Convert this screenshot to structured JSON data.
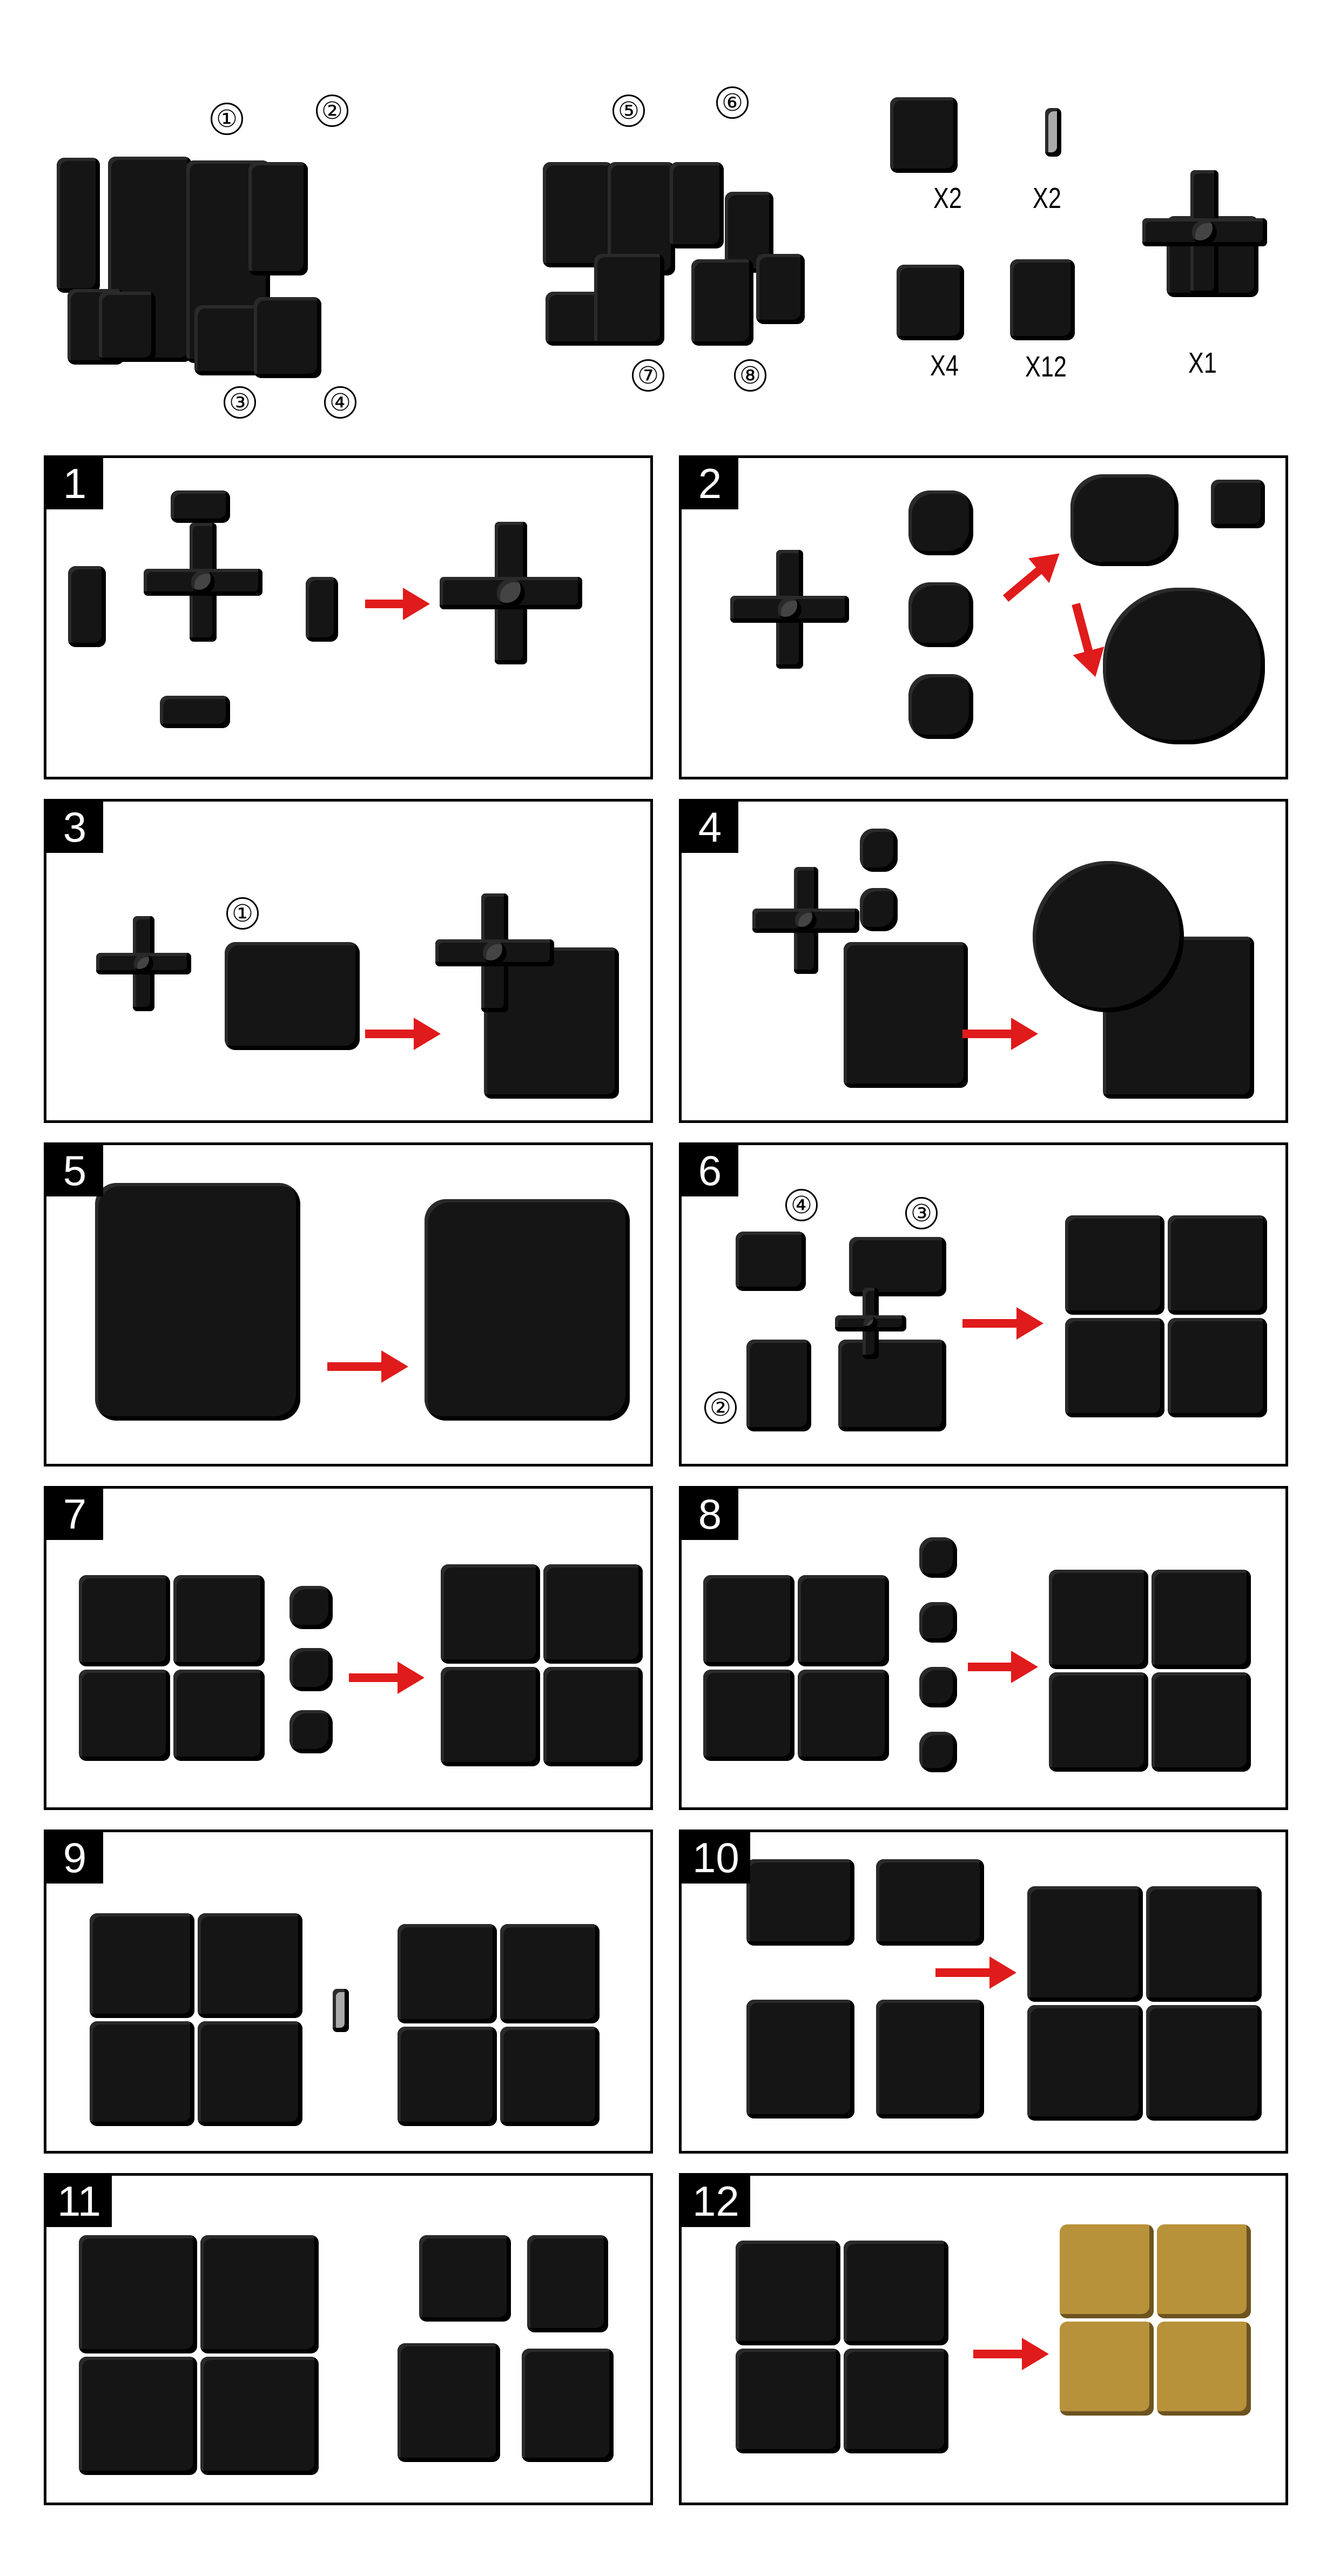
{
  "parts": {
    "piece_labels": [
      "①",
      "②",
      "③",
      "④",
      "⑤",
      "⑥",
      "⑦",
      "⑧"
    ],
    "quantities": [
      "X2",
      "X2",
      "X4",
      "X12",
      "X1"
    ]
  },
  "steps": [
    {
      "number": "1"
    },
    {
      "number": "2"
    },
    {
      "number": "3",
      "callouts": [
        "①"
      ]
    },
    {
      "number": "4"
    },
    {
      "number": "5"
    },
    {
      "number": "6",
      "callouts": [
        "④",
        "③",
        "②"
      ]
    },
    {
      "number": "7"
    },
    {
      "number": "8"
    },
    {
      "number": "9"
    },
    {
      "number": "10"
    },
    {
      "number": "11"
    },
    {
      "number": "12"
    }
  ],
  "colors": {
    "arrow": "#e01b1b",
    "piece": "#151515",
    "mirror": "#b8923a"
  }
}
